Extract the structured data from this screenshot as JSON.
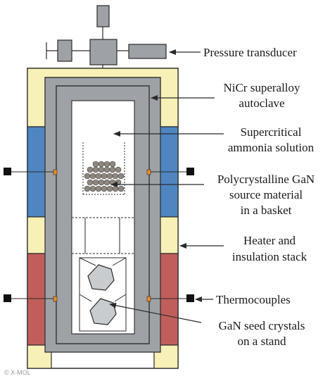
{
  "colors": {
    "insulation": "#f7f0b7",
    "autoclave": "#9ea2a6",
    "heater_upper": "#4f86c2",
    "heater_lower": "#c05e5b",
    "line": "#2a2a2a",
    "crystal": "#c9ccce",
    "ball": "#8d8780",
    "connector": "#f08a24"
  },
  "icons": [
    "thermocouple-terminal-icon",
    "gan-source-granule-icon",
    "gan-seed-crystal-icon"
  ],
  "labels": {
    "pressure_transducer": "Pressure transducer",
    "autoclave_line1": "NiCr superalloy",
    "autoclave_line2": "autoclave",
    "solution_line1": "Supercritical",
    "solution_line2": "ammonia solution",
    "source_line1": "Polycrystalline GaN",
    "source_line2": "source material",
    "source_line3": "in a basket",
    "heater_line1": "Heater and",
    "heater_line2": "insulation stack",
    "thermocouples": "Thermocouples",
    "seed_line1": "GaN seed crystals",
    "seed_line2": "on a stand"
  },
  "watermark": "© X-MOL"
}
